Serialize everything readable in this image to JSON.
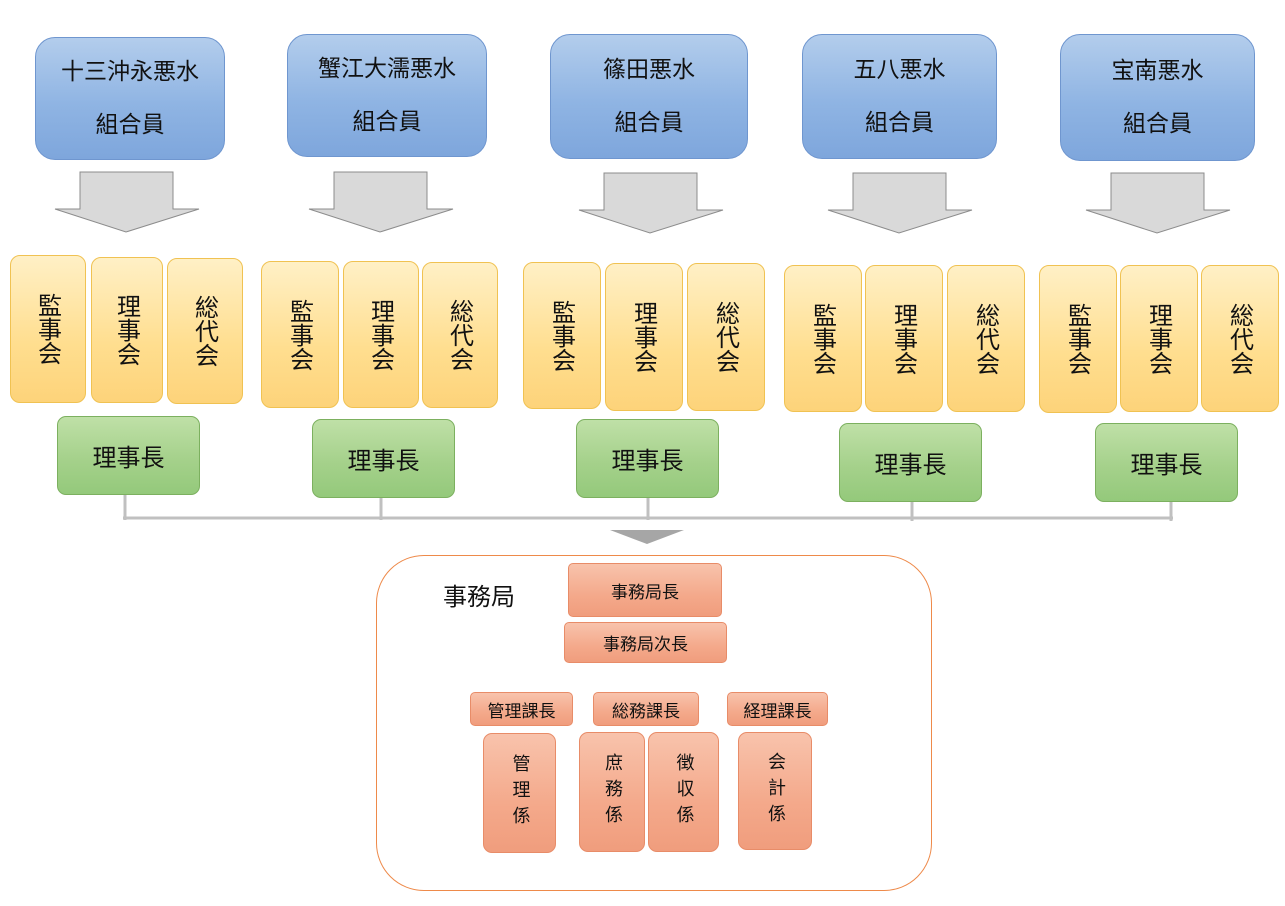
{
  "associations": [
    {
      "name": "十三沖永悪水",
      "members": "組合員"
    },
    {
      "name": "蟹江大濡悪水",
      "members": "組合員"
    },
    {
      "name": "篠田悪水",
      "members": "組合員"
    },
    {
      "name": "五八悪水",
      "members": "組合員"
    },
    {
      "name": "宝南悪水",
      "members": "組合員"
    }
  ],
  "bodies": [
    "監事会",
    "理事会",
    "総代会"
  ],
  "chairman": "理事長",
  "office": {
    "title": "事務局",
    "head": "事務局長",
    "deputy": "事務局次長",
    "sections": [
      "管理課長",
      "総務課長",
      "経理課長"
    ],
    "units": [
      "管理係",
      "庶務係",
      "徴収係",
      "会計係"
    ]
  },
  "colors": {
    "member_box": "#8fb4e3",
    "body_box": "#ffde8f",
    "chairman_box": "#a5d18b",
    "office_box": "#f4a98b",
    "office_border": "#ee8a4a",
    "arrow": "#d9d9d9",
    "connector": "#bfbfbf"
  }
}
